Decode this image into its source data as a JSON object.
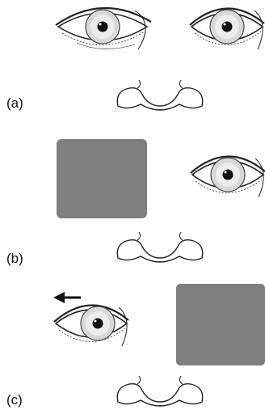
{
  "panels": [
    {
      "label": "(a)",
      "left_eye": "open",
      "right_eye": "open",
      "left_cover": false,
      "right_cover": false,
      "arrow": null
    },
    {
      "label": "(b)",
      "left_eye": "covered",
      "right_eye": "open",
      "left_cover": true,
      "right_cover": false,
      "arrow": null
    },
    {
      "label": "(c)",
      "left_eye": "open-deviated-left",
      "right_eye": "covered",
      "left_cover": false,
      "right_cover": true,
      "arrow": "left"
    }
  ],
  "colors": {
    "cover": "#7f7f7f",
    "ink": "#222222",
    "iris": "#d8d8d8",
    "pupil": "#111111"
  },
  "icons": {
    "eye": "eye-icon",
    "nose": "nose-icon",
    "cover": "occluder-card",
    "arrow": "arrow-left-icon"
  }
}
